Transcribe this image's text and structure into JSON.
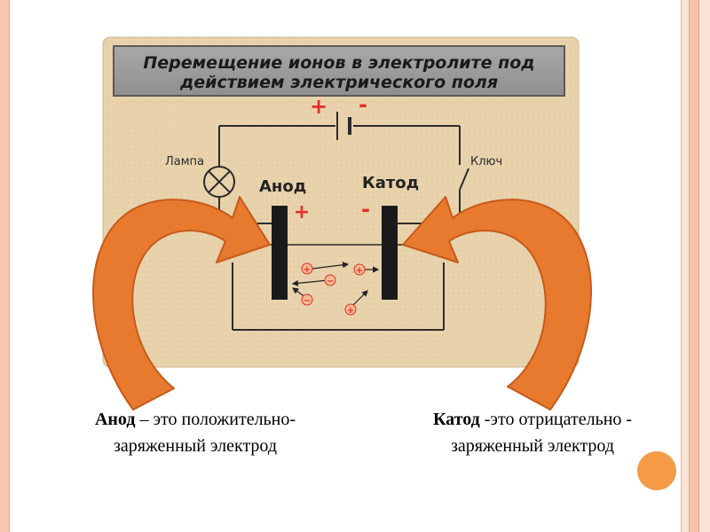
{
  "slide": {
    "title_line1": "Перемещение ионов в электролите под",
    "title_line2": "действием электрического поля",
    "battery_plus": "+",
    "battery_minus": "-",
    "lamp_label": "Лампа",
    "switch_label": "Ключ",
    "anode_label": "Анод",
    "cathode_label": "Катод",
    "anode_sign": "+",
    "cathode_sign": "-",
    "ion_plus": "+",
    "ion_minus": "−"
  },
  "captions": {
    "anode_term": "Анод",
    "anode_def_line1": " – это положительно-",
    "anode_def_line2": "заряженный электрод",
    "cathode_term": "Катод",
    "cathode_def_line1": " -это  отрицательно -",
    "cathode_def_line2": "заряженный электрод"
  },
  "colors": {
    "board_bg": "#e8d2ab",
    "title_bg": "#9d9d9d",
    "arrow": "#e77a2e",
    "arrow_edge": "#c65a1b",
    "sign_red": "#e0302a",
    "electrode": "#1a1a1a",
    "accent_dot": "#f59a47"
  }
}
